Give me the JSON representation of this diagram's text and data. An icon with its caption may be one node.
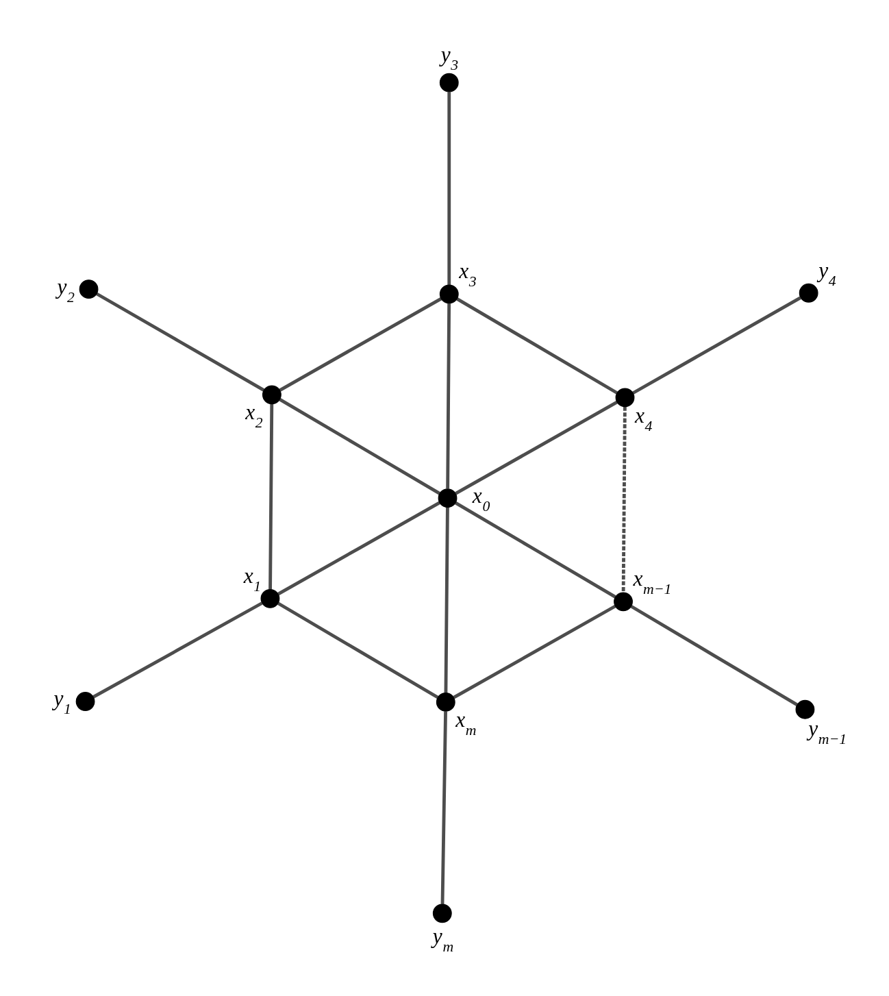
{
  "diagram": {
    "nodes": [
      {
        "text": [],
        "shape": "circle",
        "beside": [
          "y$_{3}$"
        ]
      },
      {
        "text": [],
        "shape": "circle",
        "beside": [
          "y$_{2}$"
        ]
      },
      {
        "text": [],
        "shape": "circle",
        "beside": [
          "x$_{3}$"
        ]
      },
      {
        "text": [],
        "shape": "circle",
        "beside": [
          "y$_{4}$"
        ]
      },
      {
        "text": [],
        "shape": "circle",
        "beside": [
          "x$_{2}$"
        ]
      },
      {
        "text": [],
        "shape": "circle",
        "beside": [
          "x$_{4}$"
        ]
      },
      {
        "text": [],
        "shape": "circle",
        "beside": [
          "x$_{0}$"
        ]
      },
      {
        "text": [],
        "shape": "circle",
        "beside": [
          "x$_{1}$"
        ]
      },
      {
        "text": [],
        "shape": "circle",
        "beside": [
          "x$_{m−1}$"
        ]
      },
      {
        "text": [],
        "shape": "circle",
        "beside": [
          "y$_{1}$"
        ]
      },
      {
        "text": [],
        "shape": "circle",
        "beside": [
          "x$_{m}$"
        ]
      },
      {
        "text": [],
        "shape": "circle",
        "beside": [
          "y$_{m−1}$"
        ]
      },
      {
        "text": [],
        "shape": "circle",
        "beside": [
          "y$_{m}$"
        ]
      }
    ],
    "edges": [
      {
        "from": 0,
        "to": 2,
        "arrow": "none"
      },
      {
        "from": 1,
        "to": 4,
        "arrow": "none"
      },
      {
        "from": 3,
        "to": 5,
        "arrow": "none"
      },
      {
        "from": 2,
        "to": 4,
        "arrow": "none"
      },
      {
        "from": 2,
        "to": 5,
        "arrow": "none"
      },
      {
        "from": 2,
        "to": 6,
        "arrow": "none"
      },
      {
        "from": 4,
        "to": 6,
        "arrow": "none"
      },
      {
        "from": 5,
        "to": 6,
        "arrow": "none"
      },
      {
        "from": 4,
        "to": 7,
        "arrow": "none"
      },
      {
        "from": 5,
        "to": 8,
        "arrow": "none",
        "style": "dashed"
      },
      {
        "from": 6,
        "to": 7,
        "arrow": "none"
      },
      {
        "from": 6,
        "to": 8,
        "arrow": "none"
      },
      {
        "from": 6,
        "to": 10,
        "arrow": "none"
      },
      {
        "from": 7,
        "to": 9,
        "arrow": "none"
      },
      {
        "from": 7,
        "to": 10,
        "arrow": "none"
      },
      {
        "from": 8,
        "to": 10,
        "arrow": "none"
      },
      {
        "from": 8,
        "to": 11,
        "arrow": "none"
      },
      {
        "from": 10,
        "to": 12,
        "arrow": "none"
      }
    ]
  }
}
